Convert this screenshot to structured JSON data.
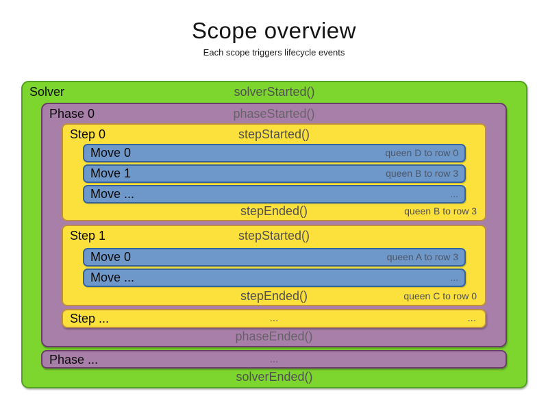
{
  "title": "Scope overview",
  "subtitle": "Each scope triggers lifecycle events",
  "colors": {
    "solver_fill": "#7dd62e",
    "solver_border": "#54a021",
    "phase_fill": "#a87fa8",
    "phase_border": "#6a3d6a",
    "step_fill": "#fce13c",
    "step_border": "#bf8f3f",
    "move_fill": "#6e98ca",
    "move_border": "#35659f",
    "event_text": "#515151"
  },
  "solver": {
    "label": "Solver",
    "started_event": "solverStarted()",
    "ended_event": "solverEnded()",
    "phase": {
      "label": "Phase 0",
      "started_event": "phaseStarted()",
      "ended_event": "phaseEnded()",
      "steps": [
        {
          "label": "Step 0",
          "started_event": "stepStarted()",
          "ended_event": "stepEnded()",
          "ended_detail": "queen B to row 3",
          "moves": [
            {
              "label": "Move 0",
              "detail": "queen D to row 0"
            },
            {
              "label": "Move 1",
              "detail": "queen B to row 3"
            },
            {
              "label": "Move ...",
              "detail": "..."
            }
          ]
        },
        {
          "label": "Step 1",
          "started_event": "stepStarted()",
          "ended_event": "stepEnded()",
          "ended_detail": "queen C to row 0",
          "moves": [
            {
              "label": "Move 0",
              "detail": "queen A to row 3"
            },
            {
              "label": "Move ...",
              "detail": "..."
            }
          ]
        }
      ],
      "step_more": {
        "label": "Step ...",
        "center": "...",
        "right": "..."
      }
    },
    "phase_more": {
      "label": "Phase ...",
      "center": "..."
    }
  }
}
